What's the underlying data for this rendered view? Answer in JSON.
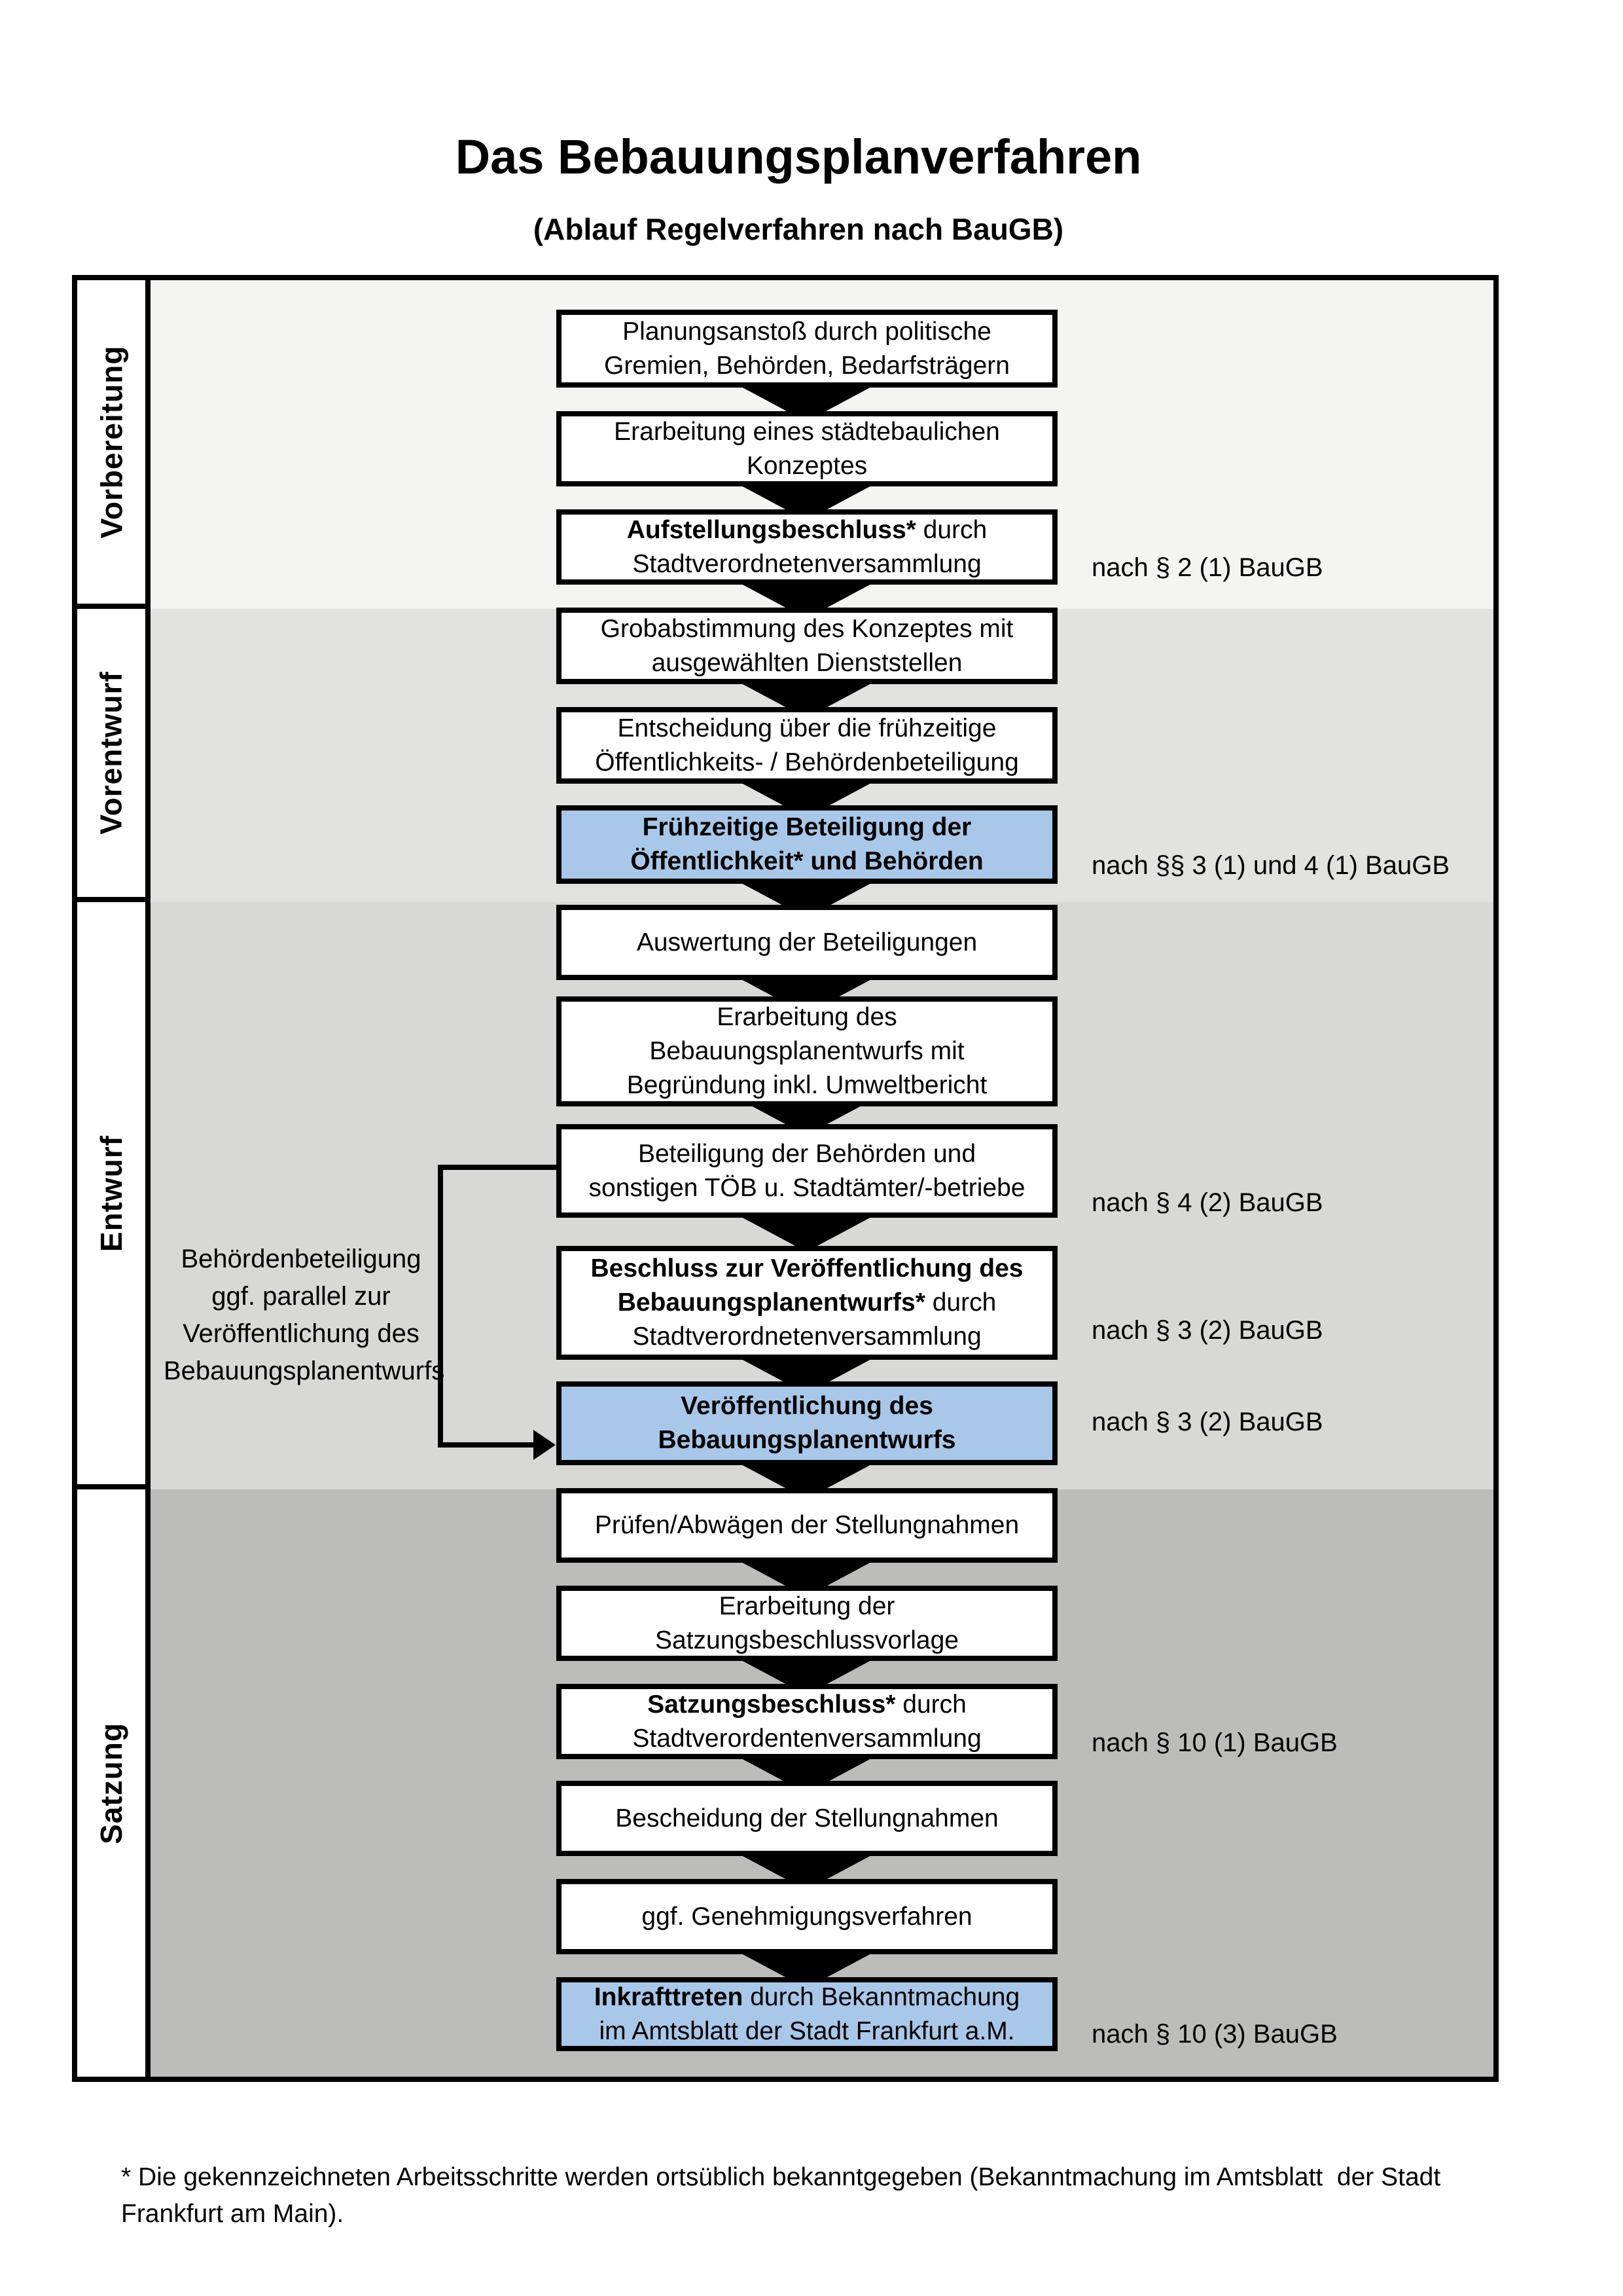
{
  "title": "Das Bebauungsplanverfahren",
  "subtitle": "(Ablauf Regelverfahren nach BauGB)",
  "phases": [
    {
      "label": "Vorbereitung"
    },
    {
      "label": "Vorentwurf"
    },
    {
      "label": "Entwurf"
    },
    {
      "label": "Satzung"
    }
  ],
  "boxes": [
    {
      "style": "plain",
      "lines": [
        {
          "b": "",
          "r": "Planungsanstoß durch politische"
        },
        {
          "b": "",
          "r": "Gremien, Behörden, Bedarfsträgern"
        }
      ]
    },
    {
      "style": "plain",
      "lines": [
        {
          "b": "",
          "r": "Erarbeitung eines städtebaulichen"
        },
        {
          "b": "",
          "r": "Konzeptes"
        }
      ]
    },
    {
      "style": "plain",
      "lines": [
        {
          "b": "Aufstellungsbeschluss*",
          "r": " durch"
        },
        {
          "b": "",
          "r": "Stadtverordnetenversammlung"
        }
      ]
    },
    {
      "style": "plain",
      "lines": [
        {
          "b": "",
          "r": "Grobabstimmung des Konzeptes mit"
        },
        {
          "b": "",
          "r": "ausgewählten Dienststellen"
        }
      ]
    },
    {
      "style": "plain",
      "lines": [
        {
          "b": "",
          "r": "Entscheidung über die frühzeitige"
        },
        {
          "b": "",
          "r": "Öffentlichkeits- / Behördenbeteiligung"
        }
      ]
    },
    {
      "style": "highlight",
      "lines": [
        {
          "b": "Frühzeitige Beteiligung der",
          "r": ""
        },
        {
          "b": "Öffentlichkeit* und Behörden",
          "r": ""
        }
      ]
    },
    {
      "style": "plain",
      "lines": [
        {
          "b": "",
          "r": "Auswertung der Beteiligungen"
        }
      ]
    },
    {
      "style": "plain",
      "lines": [
        {
          "b": "",
          "r": "Erarbeitung des"
        },
        {
          "b": "",
          "r": "Bebauungsplanentwurfs mit"
        },
        {
          "b": "",
          "r": "Begründung inkl. Umweltbericht"
        }
      ]
    },
    {
      "style": "plain",
      "lines": [
        {
          "b": "",
          "r": "Beteiligung der Behörden und"
        },
        {
          "b": "",
          "r": "sonstigen TÖB u. Stadtämter/-betriebe"
        }
      ]
    },
    {
      "style": "plain",
      "lines": [
        {
          "b": "Beschluss zur Veröffentlichung des",
          "r": ""
        },
        {
          "b": "Bebauungsplanentwurfs*",
          "r": " durch"
        },
        {
          "b": "",
          "r": "Stadtverordnetenversammlung"
        }
      ]
    },
    {
      "style": "highlight",
      "lines": [
        {
          "b": "Veröffentlichung des",
          "r": ""
        },
        {
          "b": "Bebauungsplanentwurfs",
          "r": ""
        }
      ]
    },
    {
      "style": "plain",
      "lines": [
        {
          "b": "",
          "r": "Prüfen/Abwägen der Stellungnahmen"
        }
      ]
    },
    {
      "style": "plain",
      "lines": [
        {
          "b": "",
          "r": "Erarbeitung der"
        },
        {
          "b": "",
          "r": "Satzungsbeschlussvorlage"
        }
      ]
    },
    {
      "style": "plain",
      "lines": [
        {
          "b": "Satzungsbeschluss*",
          "r": " durch"
        },
        {
          "b": "",
          "r": "Stadtverordentenversammlung"
        }
      ]
    },
    {
      "style": "plain",
      "lines": [
        {
          "b": "",
          "r": "Bescheidung der Stellungnahmen"
        }
      ]
    },
    {
      "style": "plain",
      "lines": [
        {
          "b": "",
          "r": "ggf. Genehmigungsverfahren"
        }
      ]
    },
    {
      "style": "highlight",
      "lines": [
        {
          "b": "Inkrafttreten",
          "r": " durch Bekanntmachung"
        },
        {
          "b": "",
          "r": "im Amtsblatt der Stadt Frankfurt a.M."
        }
      ]
    }
  ],
  "law_refs": [
    {
      "text": "nach § 2 (1) BauGB"
    },
    {
      "text": "nach §§ 3 (1) und 4 (1) BauGB"
    },
    {
      "text": "nach § 4 (2) BauGB"
    },
    {
      "text": "nach § 3 (2) BauGB"
    },
    {
      "text": "nach § 3 (2) BauGB"
    },
    {
      "text": "nach § 10 (1) BauGB"
    },
    {
      "text": "nach § 10 (3) BauGB"
    }
  ],
  "side_note": {
    "text": "Behördenbeteiligung\nggf. parallel zur\nVeröffentlichung des\nBebauungsplanentwurfs"
  },
  "footnote": "* Die gekennzeichneten Arbeitsschritte werden ortsüblich bekanntgegeben (Bekanntmachung im Amtsblatt  der Stadt\nFrankfurt am Main).",
  "colors": {
    "highlight_box": "#a9c7e8",
    "section_backgrounds": [
      "#f4f4f2",
      "#e2e2e0",
      "#d8d8d6",
      "#bcbcba"
    ],
    "border": "#000000"
  }
}
